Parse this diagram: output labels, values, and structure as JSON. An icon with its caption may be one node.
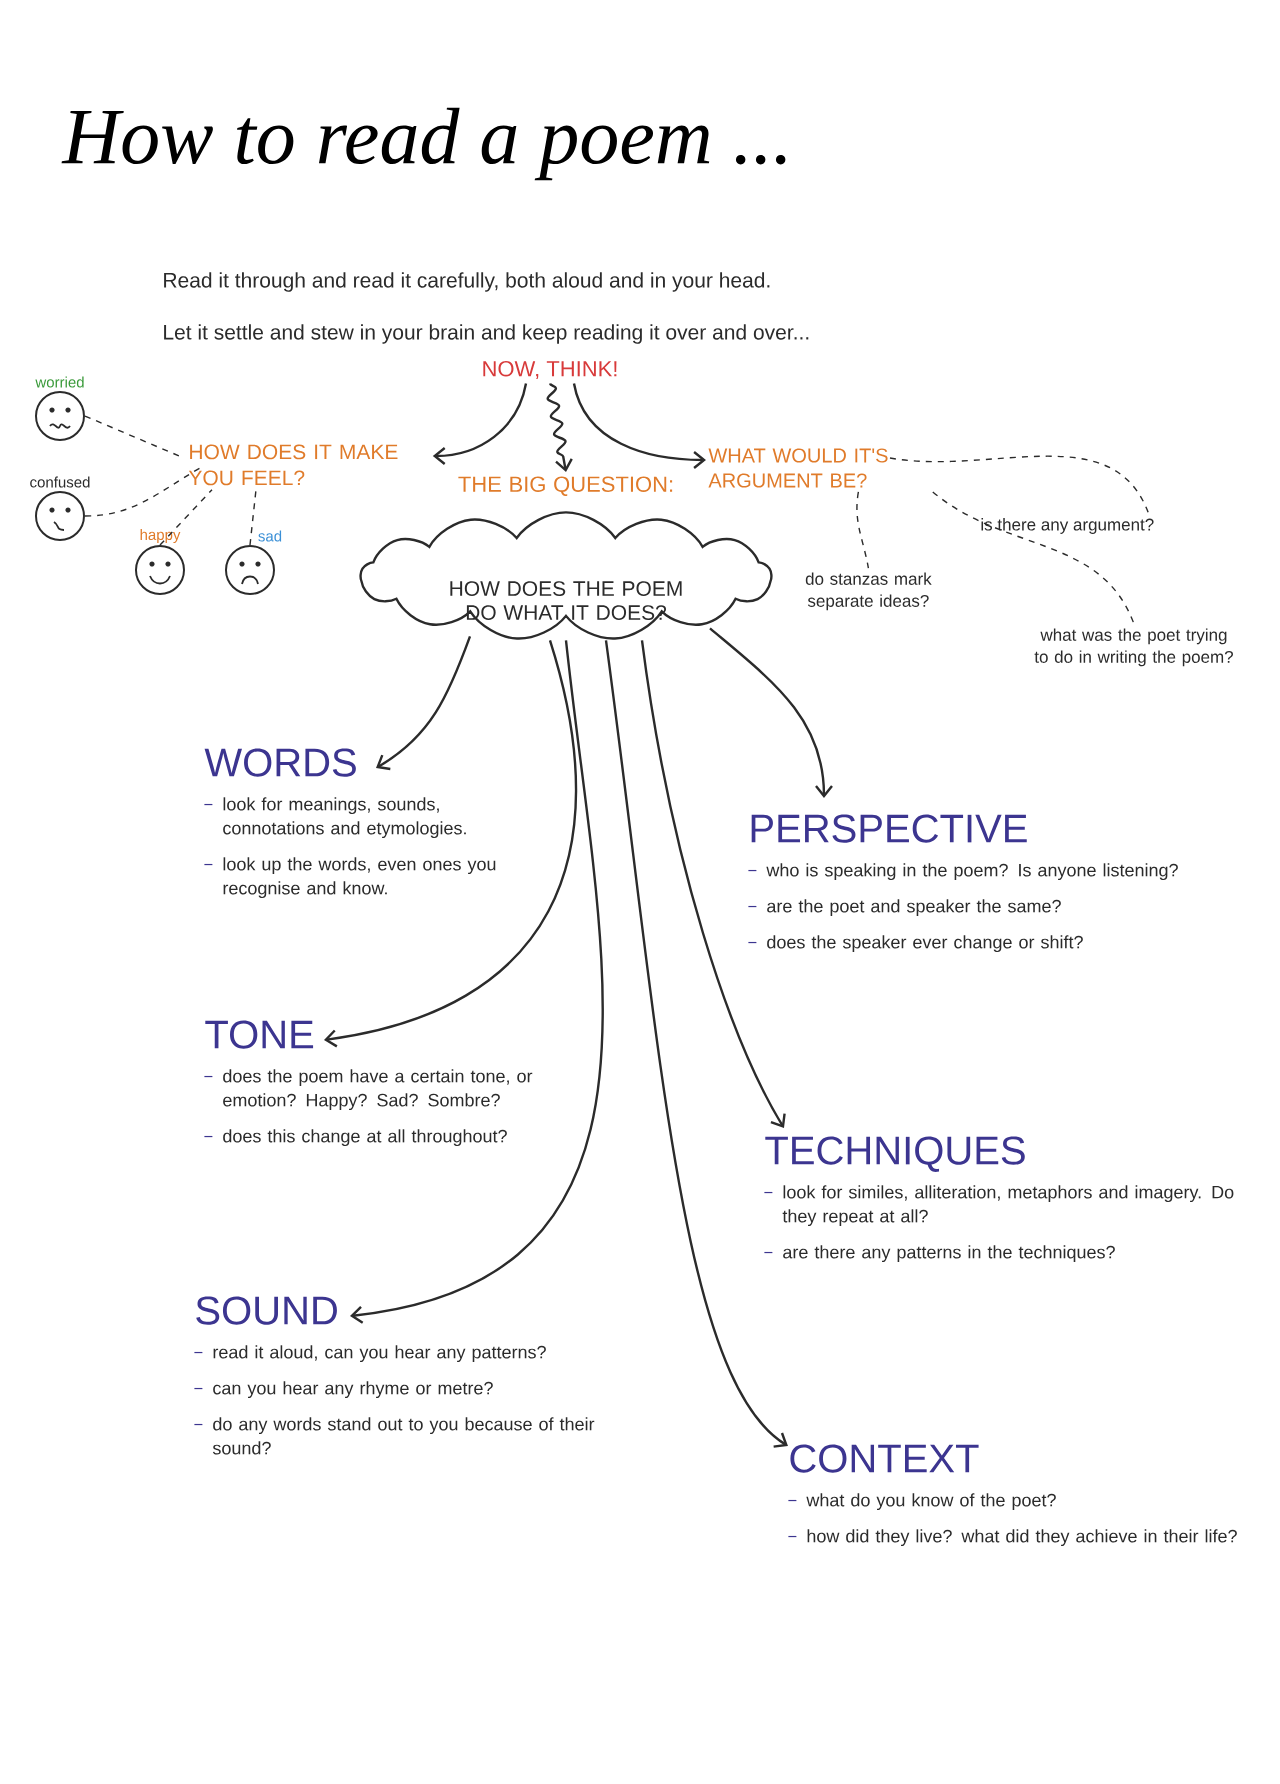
{
  "diagram": {
    "title": "How to read a poem ...",
    "nodes": [
      {
        "text": [
          "NOW, THINK!"
        ]
      },
      {
        "text": [
          "HOW DOES IT MAKE YOU FEEL?"
        ]
      },
      {
        "text": [
          "WHAT WOULD IT'S ARGUMENT BE?"
        ]
      },
      {
        "text": [],
        "shape": "circle",
        "beside": [
          "worried"
        ]
      },
      {
        "text": [],
        "shape": "circle",
        "beside": [
          "confused"
        ]
      },
      {
        "text": [],
        "shape": "circle",
        "beside": [
          "happy"
        ]
      },
      {
        "text": [],
        "shape": "circle",
        "beside": [
          "sad"
        ]
      },
      {
        "text": [
          "THE BIG QUESTION:",
          "HOW DOES THE POEM DO WHAT IT DOES?"
        ]
      },
      {
        "text": [
          "is there any argument?"
        ]
      },
      {
        "text": [
          "do stanzas mark separate ideas?"
        ]
      },
      {
        "text": [
          "what was the poet trying to do in writing the poem?"
        ]
      },
      {
        "text": [
          "WORDS",
          "look for meanings, sounds, connotations and etymologies.",
          "look up the words, even ones you recognise and know."
        ]
      },
      {
        "text": [
          "PERSPECTIVE",
          "who is speaking in the poem? Is anyone listening?",
          "are the poet and speaker the same?",
          "does the speaker ever change or shift?"
        ]
      },
      {
        "text": [
          "TONE",
          "does the poem have a certain tone, or emotion? Happy? Sad? Sombre?",
          "does this change at all throughout?"
        ]
      },
      {
        "text": [
          "TECHNIQUES",
          "look for similes, alliteration, metaphors and imagery. Do they repeat at all?",
          "are there any patterns in the techniques?"
        ]
      },
      {
        "text": [
          "SOUND",
          "read it aloud, can you hear any patterns?",
          "can you hear any rhyme or metre?",
          "do any words stand out to you because of their sound?"
        ]
      },
      {
        "text": [
          "CONTEXT",
          "what do you know of the poet?",
          "how did they live? what did they achieve in their life?"
        ]
      }
    ],
    "edges": [
      {
        "from": 0,
        "to": 1,
        "arrow": "to"
      },
      {
        "from": 0,
        "to": 7,
        "arrow": "to"
      },
      {
        "from": 0,
        "to": 2,
        "arrow": "to"
      },
      {
        "from": 3,
        "to": 1,
        "arrow": "none",
        "style": "dashed"
      },
      {
        "from": 4,
        "to": 1,
        "arrow": "none",
        "style": "dashed"
      },
      {
        "from": 5,
        "to": 1,
        "arrow": "none",
        "style": "dashed"
      },
      {
        "from": 6,
        "to": 1,
        "arrow": "none",
        "style": "dashed"
      },
      {
        "from": 2,
        "to": 8,
        "arrow": "none",
        "style": "dashed"
      },
      {
        "from": 2,
        "to": 9,
        "arrow": "none",
        "style": "dashed"
      },
      {
        "from": 2,
        "to": 10,
        "arrow": "none",
        "style": "dashed"
      },
      {
        "from": 7,
        "to": 11,
        "arrow": "to"
      },
      {
        "from": 7,
        "to": 13,
        "arrow": "to"
      },
      {
        "from": 7,
        "to": 15,
        "arrow": "to"
      },
      {
        "from": 7,
        "to": 16,
        "arrow": "to"
      },
      {
        "from": 7,
        "to": 14,
        "arrow": "to"
      },
      {
        "from": 7,
        "to": 12,
        "arrow": "to"
      }
    ],
    "labels": [
      "Read it through and read it carefully, both aloud and in your head.",
      "Let it settle and stew in your brain and keep reading it over and over..."
    ]
  }
}
